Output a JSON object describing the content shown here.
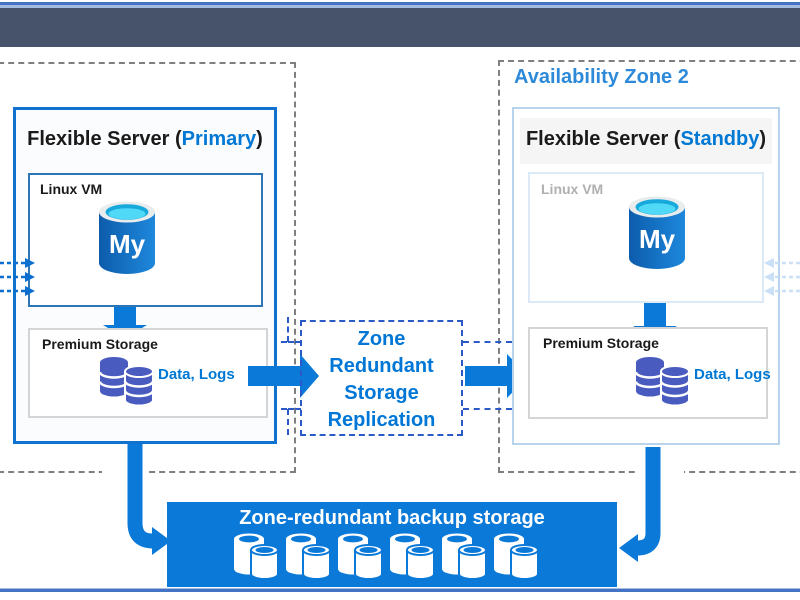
{
  "diagram": {
    "zone2_label": "Availability Zone 2",
    "primary": {
      "title_prefix": "Flexible Server (",
      "title_role": "Primary",
      "title_suffix": ")",
      "vm_label": "Linux VM",
      "mysql_text": "My",
      "storage_label": "Premium Storage",
      "data_label": "Data, Logs"
    },
    "standby": {
      "title_prefix": "Flexible Server (",
      "title_role": "Standby",
      "title_suffix": ")",
      "vm_label": "Linux VM",
      "mysql_text": "My",
      "storage_label": "Premium Storage",
      "data_label": "Data, Logs"
    },
    "replication": {
      "line1": "Zone",
      "line2": "Redundant",
      "line3": "Storage",
      "line4": "Replication"
    },
    "backup_label": "Zone-redundant backup storage",
    "colors": {
      "accent_blue": "#0078D4",
      "arrow_blue": "#0B79D8",
      "backup_box_blue": "#0B79D8",
      "banner_dark": "#47536A",
      "banner_blue": "#4472C4",
      "banner_light": "#A6BBE1",
      "zone_dash_gray": "#7F7F7F",
      "replication_dash_blue": "#2B59C8",
      "disk_indigo": "#4A5BC0",
      "mysql_body_blue_dark": "#0D5CAC",
      "mysql_body_blue_light": "#1E88DC",
      "mysql_top_cyan": "#4FD9F7",
      "standby_border_blue": "#B8D4EC",
      "faded_arrow_blue": "#C9E0F6",
      "zone_label_blue": "#2E8AD8",
      "primary_border_blue": "#0F72CE"
    }
  }
}
